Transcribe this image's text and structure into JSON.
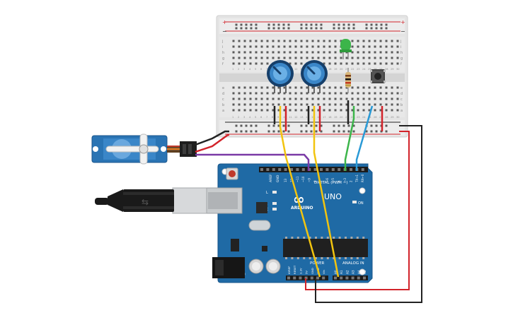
{
  "board": {
    "brand": "ARDUINO",
    "model": "UNO",
    "digital_label": "DIGITAL (PWM ~)",
    "analog_label": "ANALOG IN",
    "power_label": "POWER",
    "on_label": "ON",
    "aref_label": "AREF",
    "gnd_label": "GND",
    "tx_label": "TX",
    "rx_label": "RX",
    "l_label": "L",
    "logo_symbol": "∞",
    "digital_pins": [
      "13",
      "12",
      "~11",
      "~10",
      "~9",
      "8",
      "7",
      "~6",
      "~5",
      "4",
      "~3",
      "2",
      "TX→1",
      "RX←0"
    ],
    "power_pins": [
      "IOREF",
      "RESET",
      "3.3V",
      "5V",
      "GND",
      "GND",
      "Vin"
    ],
    "analog_pins": [
      "A0",
      "A1",
      "A2",
      "A3",
      "A4",
      "A5"
    ]
  },
  "breadboard": {
    "row_letters_top": [
      "j",
      "i",
      "h",
      "g",
      "f"
    ],
    "row_letters_bottom": [
      "e",
      "d",
      "c",
      "b",
      "a"
    ],
    "column_numbers": [
      "1",
      "2",
      "3",
      "4",
      "5",
      "6",
      "7",
      "8",
      "9",
      "10",
      "11",
      "12",
      "13",
      "14",
      "15",
      "16",
      "17",
      "18",
      "19",
      "20",
      "21",
      "22",
      "23",
      "24",
      "25",
      "26",
      "27",
      "28",
      "29",
      "30"
    ],
    "rail_plus": "+",
    "rail_minus": "−"
  },
  "components": {
    "servo": "servo",
    "potentiometer_1": "potentiometer",
    "potentiometer_2": "potentiometer",
    "led_color": "#3cb54a",
    "resistor": "resistor",
    "pushbutton": "pushbutton",
    "usb_cable": "usb-cable"
  },
  "colors": {
    "board": "#1f6aa5",
    "breadboard": "#e3e3e3",
    "wire_red": "#d2232a",
    "wire_black": "#222222",
    "wire_yellow": "#f2c40f",
    "wire_green": "#3cb54a",
    "wire_blue": "#2a9ad6",
    "wire_purple": "#7a3aa6"
  }
}
